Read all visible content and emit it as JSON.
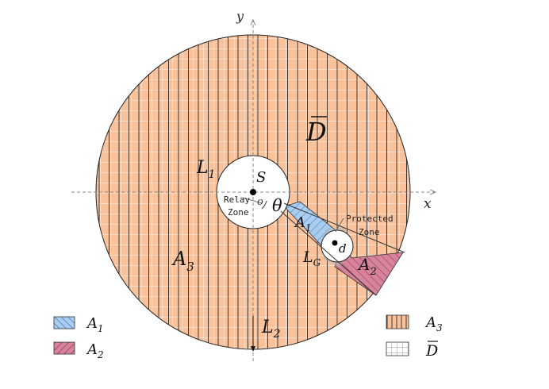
{
  "colors": {
    "a3_fill": "#f9c29a",
    "a1_fill": "#a8cdf0",
    "a2_fill": "#d7839c",
    "grid_line": "#ffffff",
    "stripe": "#2a2a2a",
    "outline": "#222222",
    "axis": "#8a8a8a"
  },
  "axes": {
    "x": "x",
    "y": "y"
  },
  "labels": {
    "dbar": "D",
    "s": "S",
    "o": "o",
    "theta": "θ",
    "l1_main": "L",
    "l1_sub": "1",
    "l2_main": "L",
    "l2_sub": "2",
    "lg_main": "L",
    "lg_sub": "G",
    "a1_main": "A",
    "a1_sub": "1",
    "a2_main": "A",
    "a2_sub": "2",
    "a3_main": "A",
    "a3_sub": "3",
    "d": "d",
    "relay_line1": "Relay",
    "relay_line2": "Zone",
    "protected_line1": "Protected",
    "protected_line2": "Zone"
  },
  "legend": {
    "a1_main": "A",
    "a1_sub": "1",
    "a2_main": "A",
    "a2_sub": "2",
    "a3_main": "A",
    "a3_sub": "3",
    "dbar": "D"
  }
}
